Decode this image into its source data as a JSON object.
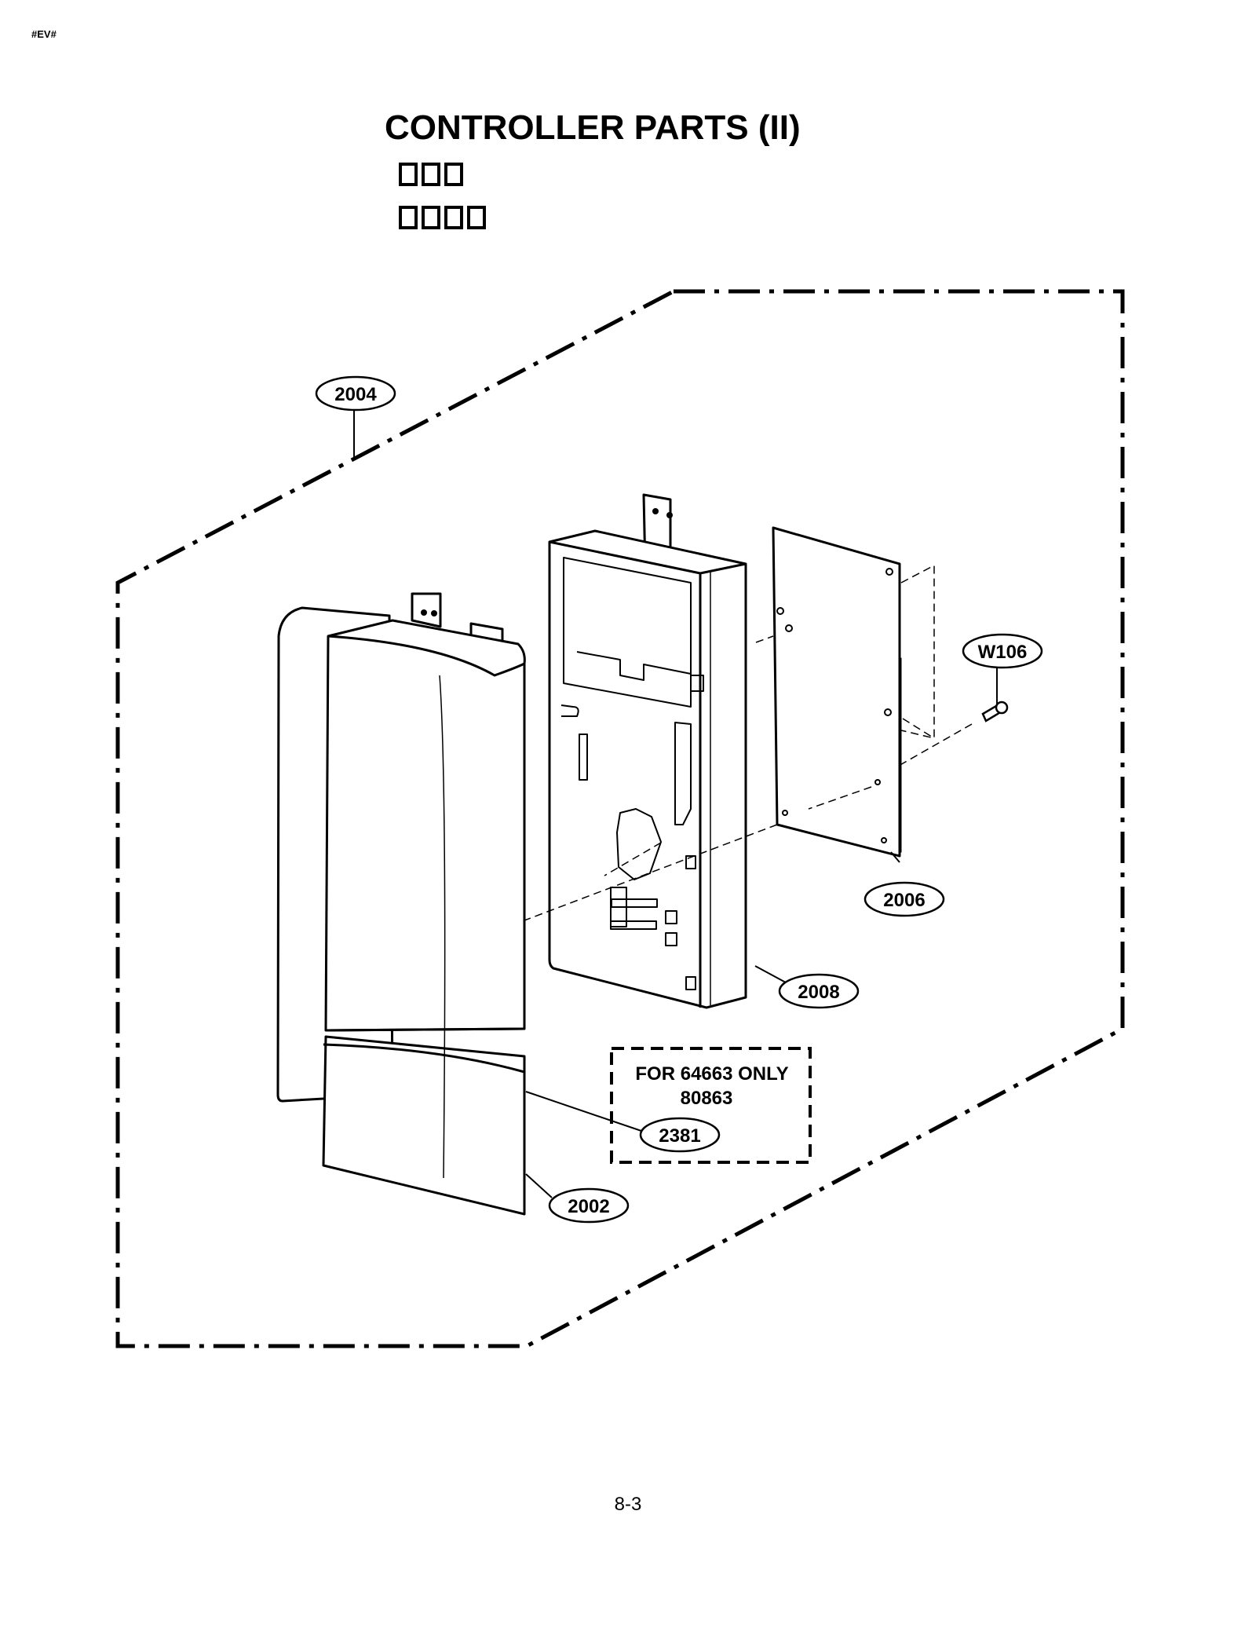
{
  "header": {
    "code": "#EV#"
  },
  "title": "CONTROLLER PARTS (II)",
  "glyph_rows": [
    3,
    4
  ],
  "callouts": {
    "c2004": "2004",
    "cW106": "W106",
    "c2006": "2006",
    "c2008": "2008",
    "c2381": "2381",
    "c2002": "2002"
  },
  "note_box": {
    "line1": "FOR 64663 ONLY",
    "line2": "80863"
  },
  "page_number": "8-3"
}
